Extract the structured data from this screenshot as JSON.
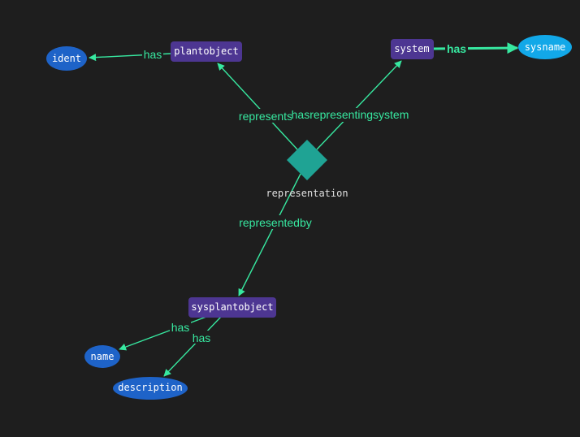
{
  "colors": {
    "background": "#1e1e1e",
    "edge": "#37e8a0",
    "entity": "#4d3692",
    "attribute": "#1e63c8",
    "key_attribute": "#12a8e8",
    "relationship": "#1fa394"
  },
  "nodes": {
    "plantobject": "plantobject",
    "system": "system",
    "sysplantobject": "sysplantobject",
    "ident": "ident",
    "sysname": "sysname",
    "name": "name",
    "description": "description",
    "representation": "representation"
  },
  "edges": {
    "has_ident": "has",
    "has_sysname": "has",
    "represents": "represents",
    "hasrepresentingsystem": "hasrepresentingsystem",
    "representedby": "representedby",
    "has_name": "has",
    "has_description": "has"
  }
}
